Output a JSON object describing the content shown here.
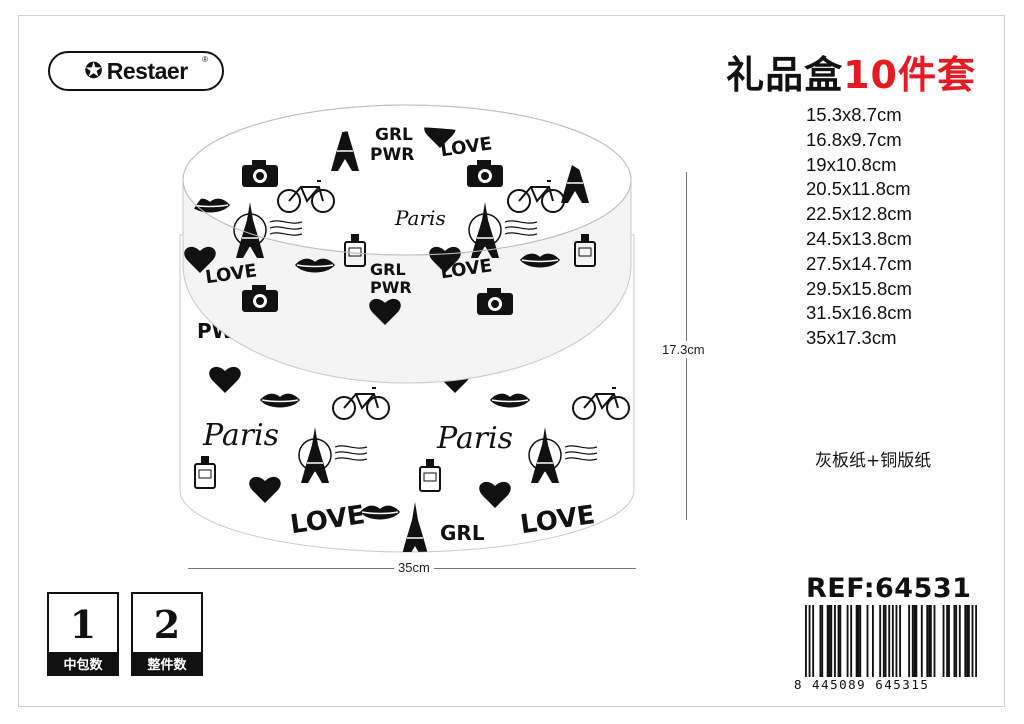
{
  "brand": {
    "name": "Restaer",
    "reg": "®",
    "icon": "star-icon"
  },
  "title": {
    "main": "礼品盒",
    "accent": "10件套"
  },
  "sizes": [
    "15.3x8.7cm",
    "16.8x9.7cm",
    "19x10.8cm",
    "20.5x11.8cm",
    "22.5x12.8cm",
    "24.5x13.8cm",
    "27.5x14.7cm",
    "29.5x15.8cm",
    "31.5x16.8cm",
    "35x17.3cm"
  ],
  "material": "灰板纸+铜版纸",
  "dimensions": {
    "height": "17.3cm",
    "width": "35cm"
  },
  "quantities": [
    {
      "value": "1",
      "label": "中包数"
    },
    {
      "value": "2",
      "label": "整件数"
    }
  ],
  "ref": "REF:64531",
  "barcode": "8 445089 645315",
  "product_print": {
    "words": [
      "Paris",
      "LOVE",
      "GRL PWR",
      "PWR"
    ],
    "motifs": [
      "eiffel-tower",
      "bicycle",
      "camera",
      "heart",
      "lips",
      "perfume-bottle",
      "postmark"
    ]
  },
  "colors": {
    "accent": "#e41b23",
    "ink": "#111111"
  }
}
